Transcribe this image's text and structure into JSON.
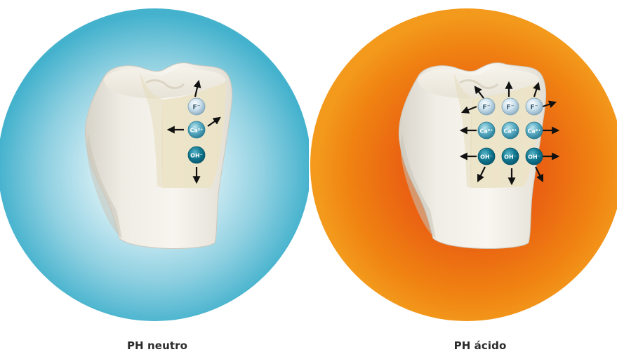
{
  "panels": [
    {
      "caption": "PH neutro",
      "ions": {
        "fluoride": "F⁻",
        "calcium": "Ca²⁺",
        "hydroxide": "OH⁻"
      },
      "colors": {
        "halo_center": "#eef9fc",
        "halo_mid": "#9ed7e6",
        "halo_edge": "#4ab5cf"
      }
    },
    {
      "caption": "PH ácido",
      "ions": {
        "fluoride": "F⁻",
        "calcium": "Ca²⁺",
        "hydroxide": "OH⁻"
      },
      "colors": {
        "halo_center": "#e95c16",
        "halo_mid": "#ef7a10",
        "halo_edge": "#f39a1c"
      }
    }
  ]
}
